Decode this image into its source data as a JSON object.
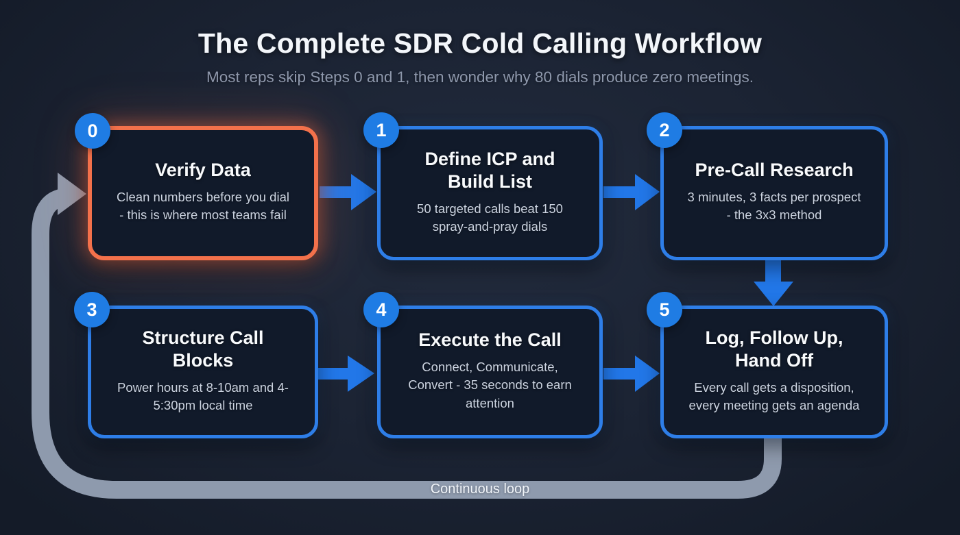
{
  "header": {
    "title": "The Complete SDR Cold Calling Workflow",
    "subtitle": "Most reps skip Steps 0 and 1, then wonder why 80 dials produce zero meetings."
  },
  "steps": [
    {
      "number": "0",
      "title": "Verify Data",
      "description": "Clean numbers before you dial - this is where most teams fail",
      "highlighted": true
    },
    {
      "number": "1",
      "title": "Define ICP and Build List",
      "description": "50 targeted calls beat 150 spray-and-pray dials",
      "highlighted": false
    },
    {
      "number": "2",
      "title": "Pre-Call Research",
      "description": "3 minutes, 3 facts per prospect - the 3x3 method",
      "highlighted": false
    },
    {
      "number": "3",
      "title": "Structure Call Blocks",
      "description": "Power hours at 8-10am and 4-5:30pm local time",
      "highlighted": false
    },
    {
      "number": "4",
      "title": "Execute the Call",
      "description": "Connect, Communicate, Convert - 35 seconds to earn attention",
      "highlighted": false
    },
    {
      "number": "5",
      "title": "Log, Follow Up, Hand Off",
      "description": "Every call gets a disposition, every meeting gets an agenda",
      "highlighted": false
    }
  ],
  "loop": {
    "label": "Continuous loop"
  },
  "colors": {
    "background": "#1b2333",
    "card_background": "#111a2a",
    "accent_blue": "#2e7ee8",
    "badge_blue": "#1f7ce4",
    "arrow_blue": "#2277e8",
    "highlight_orange": "#f3714b",
    "loop_gray": "#8e9aad",
    "title_text": "#f3f6fa",
    "subtitle_text": "#8e98ac",
    "body_text": "#ccd4e1"
  }
}
